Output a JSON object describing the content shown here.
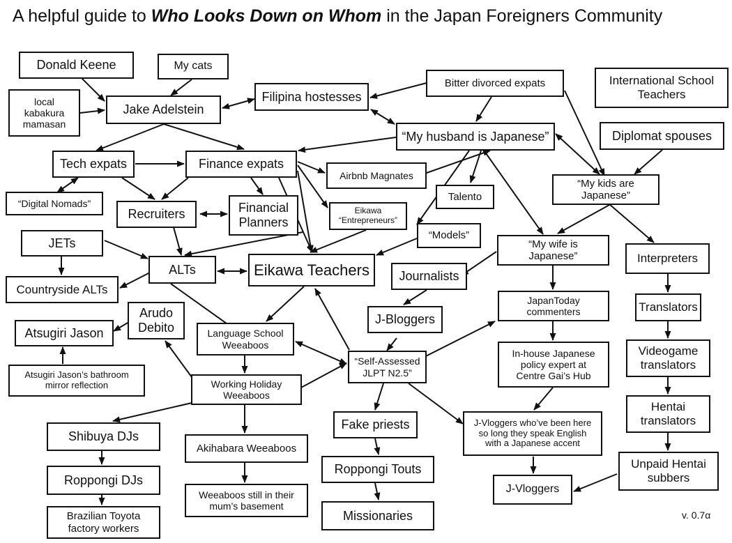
{
  "title": {
    "prefix": "A helpful guide to ",
    "emphasis": "Who Looks Down on Whom",
    "suffix": " in the Japan Foreigners Community"
  },
  "version": "v. 0.7α",
  "nodes": {
    "donald_keene": "Donald Keene",
    "my_cats": "My cats",
    "local_kabakura": "local\nkabakura\nmamasan",
    "jake_adelstein": "Jake Adelstein",
    "filipina_hostesses": "Filipina hostesses",
    "bitter_divorced": "Bitter divorced expats",
    "intl_school_teachers": "International School\nTeachers",
    "my_husband": "“My husband is Japanese”",
    "diplomat_spouses": "Diplomat spouses",
    "tech_expats": "Tech expats",
    "finance_expats": "Finance expats",
    "airbnb": "Airbnb Magnates",
    "talento": "Talento",
    "my_kids": "“My kids are\nJapanese”",
    "digital_nomads": "“Digital Nomads”",
    "recruiters": "Recruiters",
    "financial_planners": "Financial\nPlanners",
    "eikawa_entrepreneurs": "Eikawa\n“Entrepreneurs”",
    "models": "“Models”",
    "jets": "JETs",
    "my_wife": "“My wife is\nJapanese”",
    "alts": "ALTs",
    "eikawa_teachers": "Eikawa Teachers",
    "journalists": "Journalists",
    "interpreters": "Interpreters",
    "countryside_alts": "Countryside ALTs",
    "arudo_debito": "Arudo\nDebito",
    "japantoday": "JapanToday\ncommenters",
    "translators": "Translators",
    "atsugiri_jason": "Atsugiri Jason",
    "language_school": "Language School\nWeeaboos",
    "j_bloggers": "J-Bloggers",
    "inhouse_expert": "In-house Japanese\npolicy expert at\nCentre Gai’s Hub",
    "videogame_translators": "Videogame\ntranslators",
    "atsugiri_mirror": "Atsugiri Jason’s bathroom\nmirror reflection",
    "self_assessed": "“Self-Assessed\nJLPT N2.5”",
    "working_holiday": "Working Holiday\nWeeaboos",
    "hentai_translators": "Hentai\ntranslators",
    "shibuya_djs": "Shibuya DJs",
    "fake_priests": "Fake priests",
    "jvloggers_accent": "J-Vloggers who’ve been here\nso long they speak English\nwith a Japanese accent",
    "akihabara": "Akihabara Weeaboos",
    "roppongi_touts": "Roppongi Touts",
    "unpaid_hentai": "Unpaid Hentai\nsubbers",
    "roppongi_djs": "Roppongi DJs",
    "jvloggers": "J-Vloggers",
    "weeaboos_basement": "Weeaboos still in their\nmum’s basement",
    "missionaries": "Missionaries",
    "brazilian_toyota": "Brazilian Toyota\nfactory workers"
  }
}
